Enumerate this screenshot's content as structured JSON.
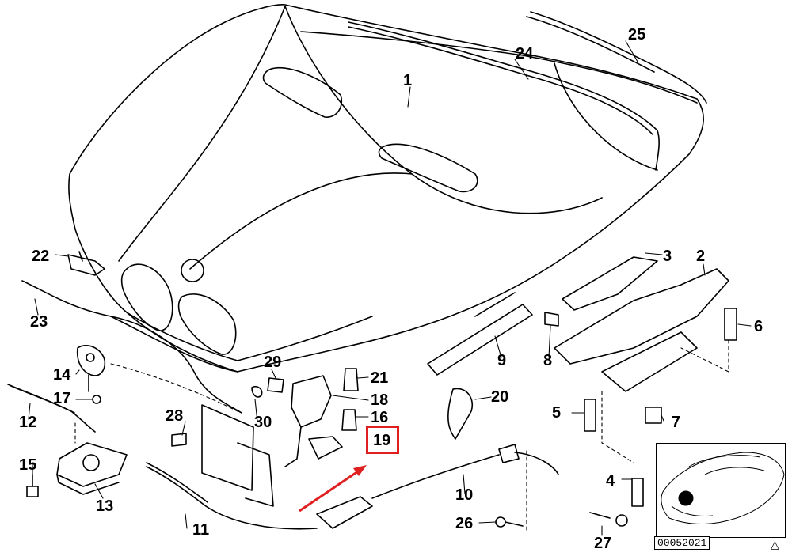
{
  "diagram": {
    "callouts": [
      "1",
      "2",
      "3",
      "4",
      "5",
      "6",
      "7",
      "8",
      "9",
      "10",
      "11",
      "12",
      "13",
      "14",
      "15",
      "16",
      "17",
      "18",
      "19",
      "20",
      "21",
      "22",
      "23",
      "24",
      "25",
      "26",
      "27",
      "28",
      "29",
      "30"
    ],
    "highlighted_callout": "19",
    "highlight_color": "#e02020",
    "drawing_code": "00052021",
    "corner_symbol": "△"
  }
}
